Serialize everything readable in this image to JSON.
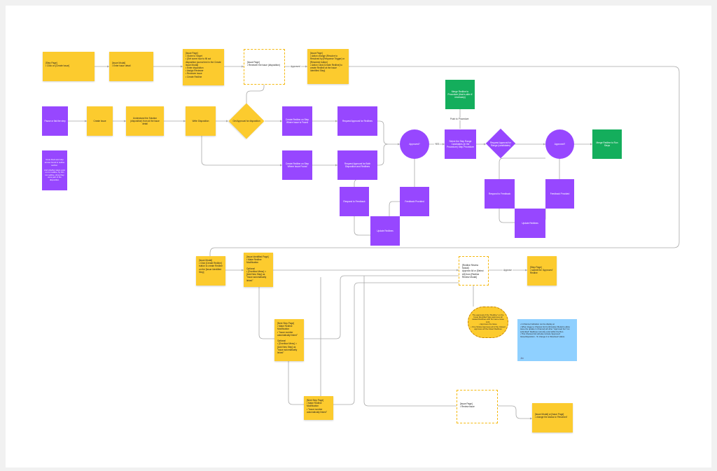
{
  "nodes": {
    "top_row": {
      "step_page": "[Step Page]\n• Click on [Create Issue]",
      "issue_modal": "[Issue Modal]\n• Enter issue detail",
      "issue_page_1": "[Issue Page]\n• Globe to Target\n• [Get some how to fill out disposition journal text in the Create Issue Modal]\n• Enter disposition\n• Assign Reviewer\n• Reviewer issue\n• Create Redline",
      "issue_page_review": "[Issue Page]\n• Reviewer the issue (disposition)",
      "approved_label": "Approved",
      "issue_page_2": "[Issue Page]\n• Action change (Resolve to Resolved by [Response Trigger] or [Resolved button]\n• Action Click [Create Redline] to create Redline at the Issue Identified Step]"
    },
    "main_row": {
      "pause": "Pause or flat the step",
      "create_issue": "Create Issue",
      "understand": "Understand the Solution (disposition) from at the issue detail",
      "write_disposition": "Write Disposition",
      "get_approval": "Get Approval for disposition",
      "create_redline_step": "Create Redline on Step Where Issue is Found",
      "request_approval_redline": "Request Approval for Redlines",
      "create_redline_both": "Create Redline on Step Where Issue Found",
      "request_approval_both": "Request Approval for Both Disposition and Redlines",
      "approved_q1": "Approved?",
      "yes_label": "YES",
      "select_step": "Select the Step Range Candidates (in the Procedure) Step Procedure",
      "request_approval_step": "Request Approval for Range (candidates)",
      "approved_q2": "Approved?",
      "merge_redline_green": "Merge Redline to Procedure (that is after if necessary)",
      "push_procedure": "Push to Procedure",
      "merge_redline_steps": "Merge Redline to Run Steps"
    },
    "feedback": {
      "respond_1": "Respond to Feedback",
      "feedback_1": "Feedback Provided",
      "update_1": "Update Redlines",
      "respond_2": "Respond to Feedback",
      "feedback_2": "Feedback Provided",
      "update_2": "Update Redlines"
    },
    "side_note": "Issue block and step arrows found to redline section.\n\nAnd whether steps exist on run redline, by thin run redline, show they were part of the disposition.",
    "lower": {
      "issue_modal_lower": "[Issue Modal]\n• Click [Create Redline] button to create Redline on the [Issue Identified Step]",
      "issue_identified_page": "[Issue Identified Page]\n• Make Redline Modification\n\nOptional\n• [Overflow Menu] > [Add New Step] as \"Issue automatically linked\"",
      "next_step_page_1": "[Next Step Page]\n• Make Redline Modification\n• \"Issue number automatically linked\"\n\nOptional\n• [Overflow Menu] > [Add New Step] as \"Issue automatically linked\"",
      "next_step_page_2": "[Next Step Page]\n• Make Redline Modification\n• \"Issue number automatically linked\"",
      "redline_review": "[Redline Review Modal]\nApprove All or [Select All] from [Redline Review Modal]",
      "approve_label": "Approve",
      "step_page_lower": "[Step Page]\n• submit the 'Approved' Redline",
      "approval_note": "The approval of the \"Redline\" on the Issue Identified Step approves all related Redlines with the same Issue Link.\n• Approves the Issue\n• One Stroke Approves all of the Closed approves all the linked Redlines",
      "blue_note": "• A Channel indication can be display at\n• When trigger a Channel list Confirmation Modal to allow issue the update in Channel) all other \"Approved but \"not submitted\" Redlines currently exist within the Run.\n• This Channel link will also include 'Approved' Issue/disposition - To change it to 'Resolved' status.",
      "blue_footer": "Jim",
      "issue_page_review_lower": "[Issue Page]\n• Review issue",
      "issue_modal_page": "[Issue Modal] or [Issue Page]\n• change the status to 'Resolved'"
    }
  },
  "colors": {
    "yellow": "#fccb2e",
    "purple": "#9747ff",
    "green": "#14ae5c",
    "blue": "#8fd0ff",
    "connector": "#a8a8a8"
  }
}
